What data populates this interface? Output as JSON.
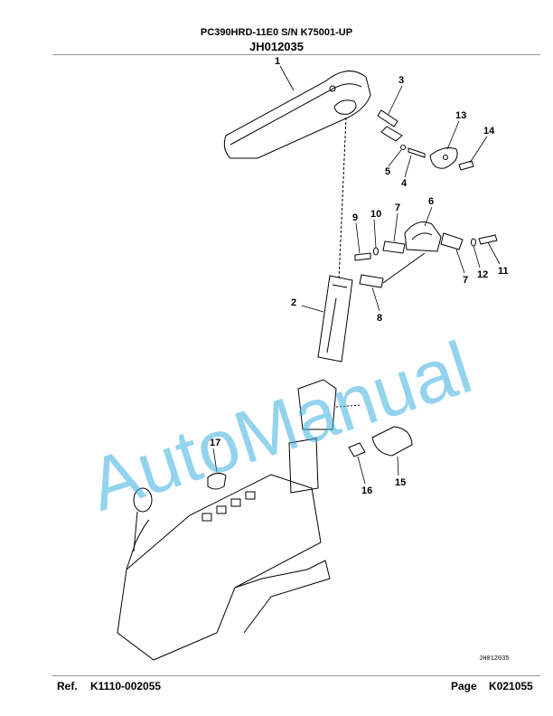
{
  "header": {
    "model_line": "PC390HRD-11E0 S/N K75001-UP",
    "figure_code": "JH012035"
  },
  "diagram": {
    "callouts": [
      "1",
      "2",
      "3",
      "4",
      "5",
      "6",
      "7",
      "7",
      "8",
      "9",
      "10",
      "11",
      "12",
      "13",
      "14",
      "15",
      "16",
      "17"
    ],
    "stamp": "JH012035"
  },
  "watermark": "AutoManual",
  "footer": {
    "ref_label": "Ref.",
    "ref_value": "K1110-002055",
    "page_label": "Page",
    "page_value": "K021055"
  },
  "colors": {
    "watermark": "#3aaee0",
    "line": "#000000"
  }
}
